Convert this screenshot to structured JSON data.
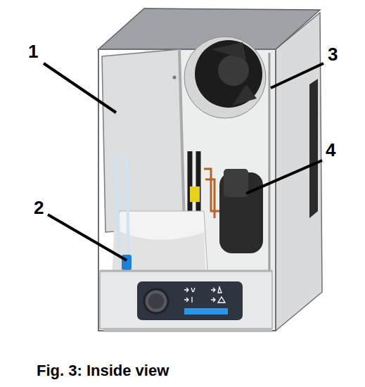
{
  "diagram": {
    "caption": "Fig. 3: Inside view",
    "labels": [
      "1",
      "2",
      "3",
      "4"
    ]
  }
}
